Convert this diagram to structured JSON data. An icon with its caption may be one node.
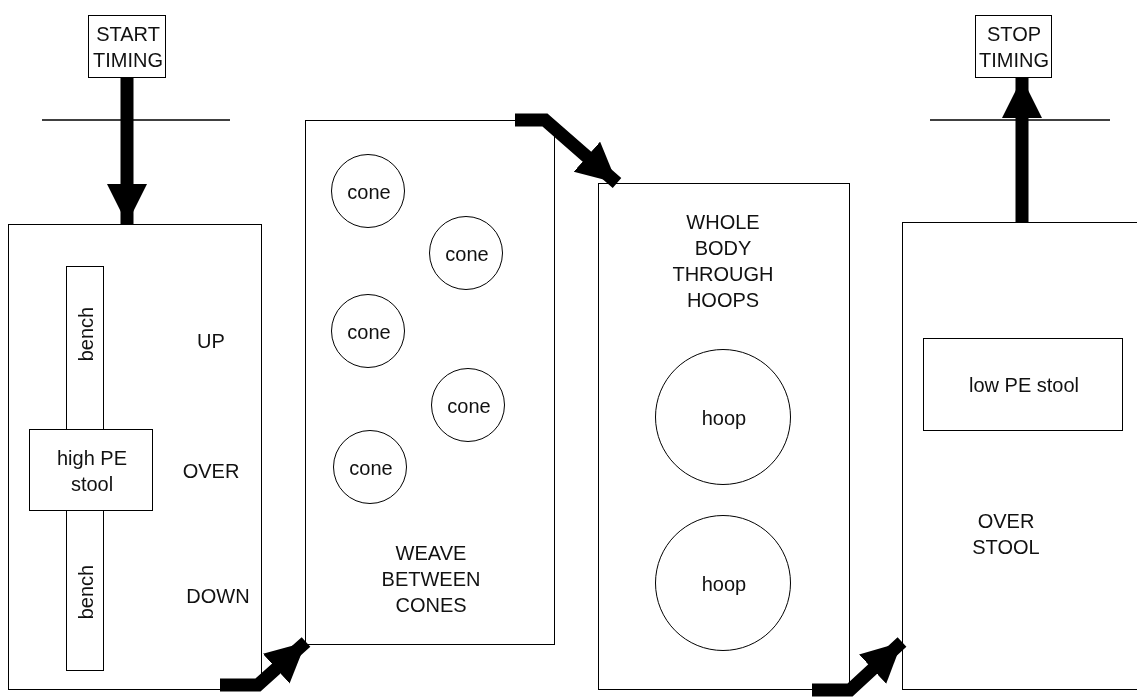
{
  "diagram": {
    "nodes": [
      {
        "text": [
          "START TIMING"
        ]
      },
      {
        "text": [
          "STOP TIMING"
        ]
      },
      {
        "text": [
          "UP",
          "OVER",
          "DOWN"
        ]
      },
      {
        "text": [
          "bench",
          "bench"
        ],
        "in": 2
      },
      {
        "text": [
          "high PE stool"
        ],
        "in": 2
      },
      {
        "text": [
          "WEAVE BETWEEN CONES"
        ]
      },
      {
        "text": [
          "cone"
        ],
        "in": 5
      },
      {
        "text": [
          "cone"
        ],
        "in": 5
      },
      {
        "text": [
          "cone"
        ],
        "in": 5
      },
      {
        "text": [
          "cone"
        ],
        "in": 5
      },
      {
        "text": [
          "cone"
        ],
        "in": 5
      },
      {
        "text": [
          "WHOLE BODY THROUGH HOOPS"
        ]
      },
      {
        "text": [
          "hoop"
        ],
        "in": 11
      },
      {
        "text": [
          "hoop"
        ],
        "in": 11
      },
      {
        "text": [
          "OVER STOOL"
        ]
      },
      {
        "text": [
          "low PE stool"
        ],
        "in": 14
      }
    ],
    "edges": [
      {
        "from": 0,
        "to": 2,
        "arrow": "to"
      },
      {
        "from": 2,
        "to": 5,
        "arrow": "to"
      },
      {
        "from": 5,
        "to": 11,
        "arrow": "to"
      },
      {
        "from": 11,
        "to": 14,
        "arrow": "to"
      },
      {
        "from": 14,
        "to": 1,
        "arrow": "to"
      }
    ]
  }
}
